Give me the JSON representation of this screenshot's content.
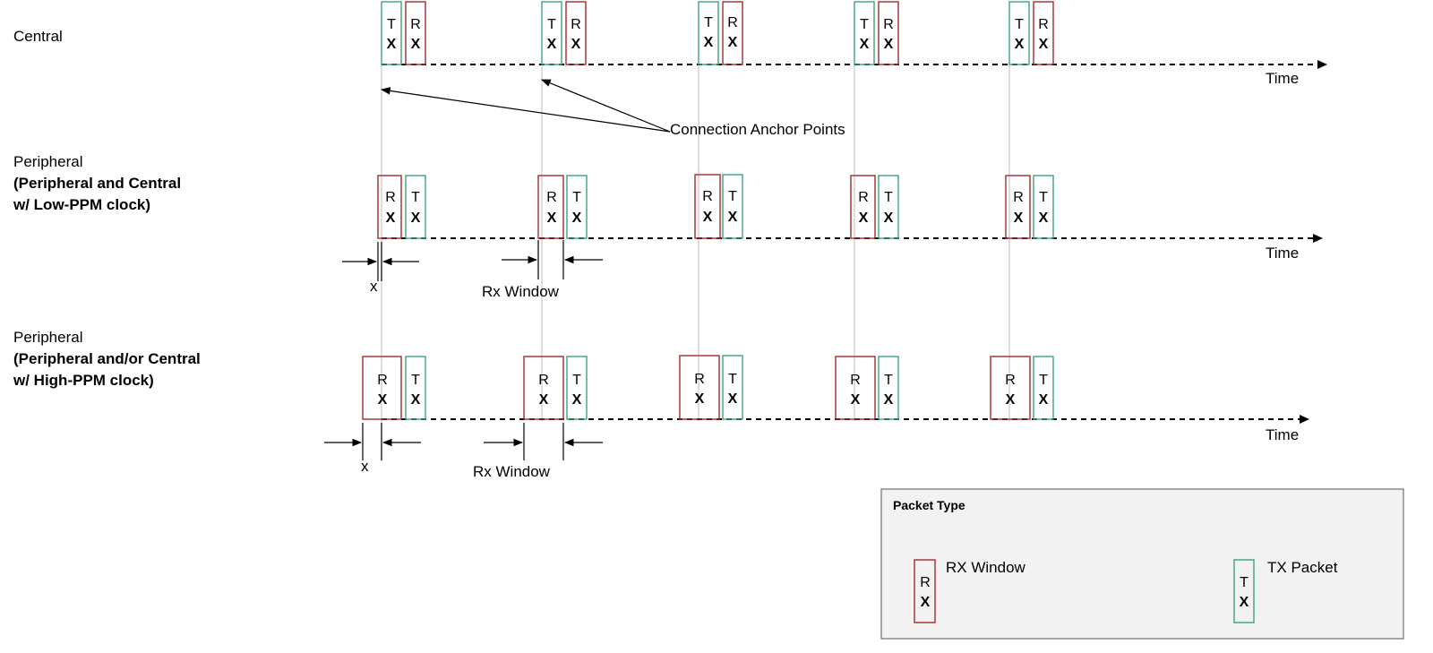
{
  "rows": [
    {
      "label_lines": [
        "Central"
      ],
      "first_packet": "TX",
      "second_packet": "RX",
      "axis_label": "Time"
    },
    {
      "label_lines": [
        "Peripheral",
        "(Peripheral and Central",
        "w/ Low-PPM clock)"
      ],
      "first_packet": "RX",
      "second_packet": "TX",
      "axis_label": "Time",
      "annotations": {
        "offset": "x",
        "window": "Rx Window"
      }
    },
    {
      "label_lines": [
        "Peripheral",
        "(Peripheral and/or Central",
        "w/ High-PPM clock)"
      ],
      "first_packet": "RX",
      "second_packet": "TX",
      "axis_label": "Time",
      "annotations": {
        "offset": "x",
        "window": "Rx Window"
      }
    }
  ],
  "packet_letters": {
    "TX": [
      "T",
      "X"
    ],
    "RX": [
      "R",
      "X"
    ]
  },
  "anchor_label": "Connection Anchor Points",
  "legend": {
    "title": "Packet Type",
    "rx": {
      "label": "RX Window",
      "letters": [
        "R",
        "X"
      ]
    },
    "tx": {
      "label": "TX Packet",
      "letters": [
        "T",
        "X"
      ]
    }
  },
  "colors": {
    "rx_border": "#a52a2a",
    "tx_border": "#3aa57a",
    "anchor_line": "#c8c8c8",
    "axis": "#000000",
    "legend_bg": "#f2f2f2"
  }
}
